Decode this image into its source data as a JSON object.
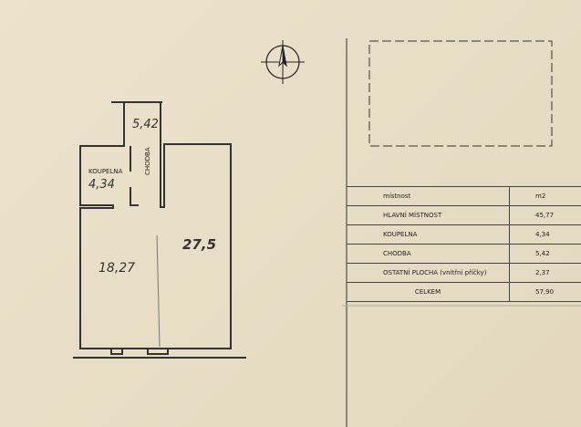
{
  "plan": {
    "rooms": [
      {
        "name": "KOUPELNA",
        "area": "4,34"
      },
      {
        "name": "CHODBA",
        "area": "5,42"
      },
      {
        "name": "",
        "area": "18,27"
      },
      {
        "name": "",
        "area": "27,5"
      }
    ],
    "compass_icon": "north-arrow-icon"
  },
  "table": {
    "header": {
      "room": "místnost",
      "unit": "m2"
    },
    "rows": [
      {
        "room": "HLAVNÍ MÍSTNOST",
        "area": "45,77"
      },
      {
        "room": "KOUPELNA",
        "area": "4,34"
      },
      {
        "room": "CHODBA",
        "area": "5,42"
      },
      {
        "room": "OSTATNÍ PLOCHA (vnitřní příčky)",
        "area": "2,37"
      }
    ],
    "total": {
      "label": "CELKEM",
      "area": "57,90"
    }
  }
}
